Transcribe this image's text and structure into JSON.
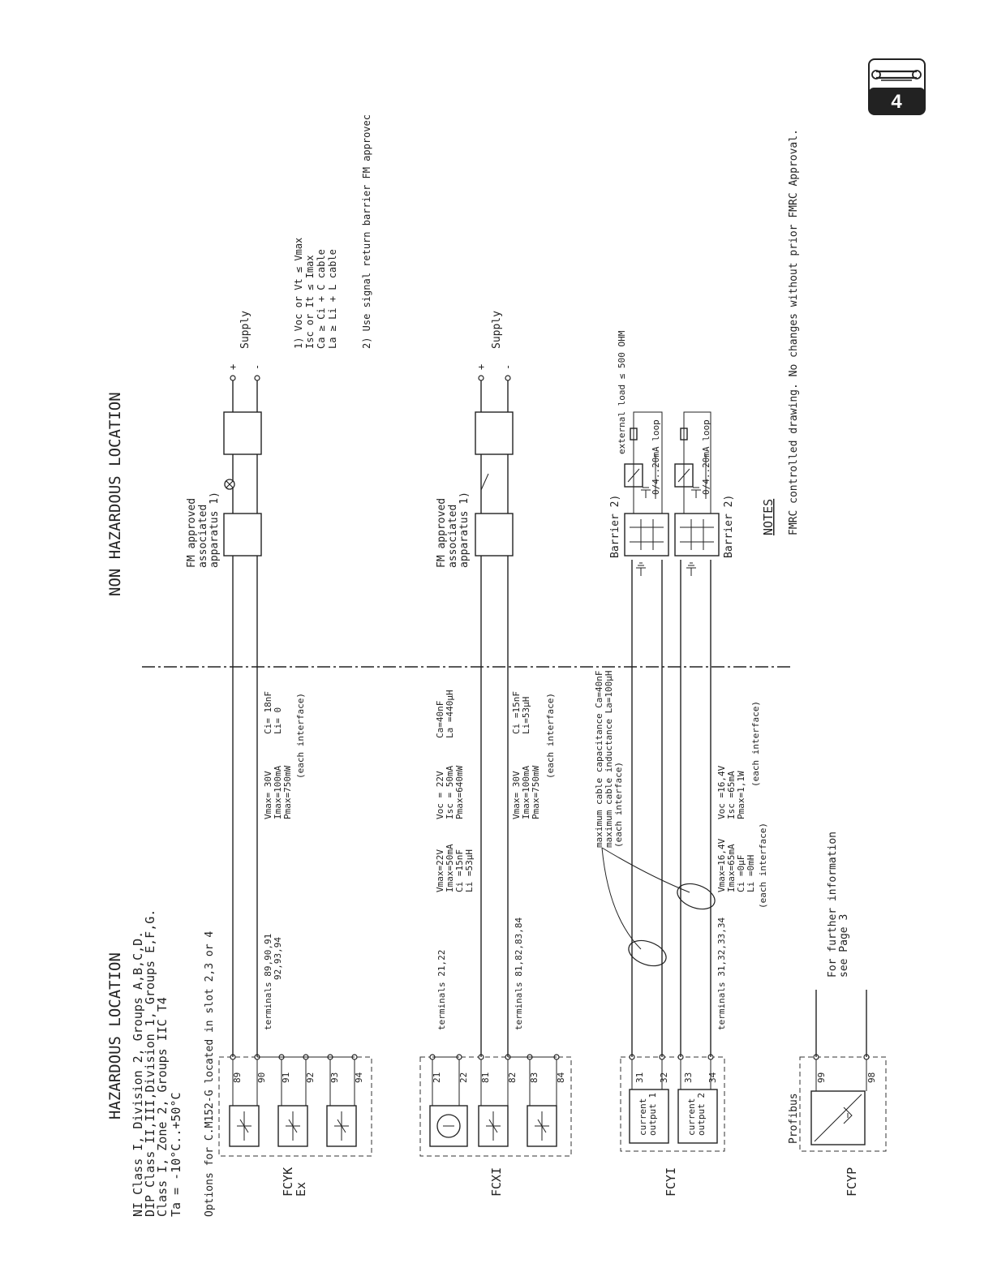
{
  "badge": {
    "page_number": "4"
  },
  "sections": {
    "hazardous_title": "HAZARDOUS LOCATION",
    "non_hazardous_title": "NON HAZARDOUS LOCATION"
  },
  "hazardous_spec": {
    "line1": "NI  Class I, Division 2, Groups A,B,C,D.",
    "line2": "DIP Class II,III,Division 1, Groups E,F,G.",
    "line3": "      Class I, Zone 2, Groups IIC T4",
    "line4": "   Ta = -10°C..+50°C",
    "options": "Options for C.M152-G located in slot 2,3 or 4"
  },
  "modules": {
    "fcyk": {
      "label1": "FCYK",
      "label2": "Ex",
      "terminals_a": "89",
      "terminals_b": "90",
      "t91": "91",
      "t92": "92",
      "t93": "93",
      "t94": "94",
      "terminals_text1": "terminals 89,90,91",
      "terminals_text2": "92,93,94",
      "params": [
        "Vmax= 30V",
        "Imax=100mA",
        "Pmax=750mW"
      ],
      "params_right": [
        "Ci= 18nF",
        "Li= 0"
      ],
      "note": "(each interface)",
      "apparatus": [
        "FM approved",
        "associated",
        "apparatus 1)"
      ],
      "supply": "Supply",
      "plus": "+",
      "minus": "-"
    },
    "fcxi": {
      "label": "FCXI",
      "t21": "21",
      "t22": "22",
      "t81": "81",
      "t82": "82",
      "t83": "83",
      "t84": "84",
      "terminals_2122": "terminals  21,22",
      "terminals_8184": "terminals  81,82,83,84",
      "params_a": [
        "Vmax=22V",
        "Imax=50mA",
        "Ci  =15nF",
        "Li  =53µH"
      ],
      "params_b": [
        "Voc  = 22V",
        "Isc  = 50mA",
        "Pmax=640mW"
      ],
      "params_c": [
        "Ca=40nF",
        "La =440µH"
      ],
      "params_d": [
        "Vmax= 30V",
        "Imax=100mA",
        "Pmax=750mW"
      ],
      "params_e": [
        "Ci =15nF",
        "Li=53µH"
      ],
      "note": "(each interface)",
      "apparatus": [
        "FM approved",
        "associated",
        "apparatus 1)"
      ],
      "supply": "Supply",
      "plus": "+",
      "minus": "-"
    },
    "fcyi": {
      "label": "FCYI",
      "t31": "31",
      "t32": "32",
      "t33": "33",
      "t34": "34",
      "out1": [
        "current",
        "output 1"
      ],
      "out2": [
        "current",
        "output 2"
      ],
      "terminals_text": "terminals 31,32,33,34",
      "params_a": [
        "Vmax=16,4V",
        "Imax=65mA",
        "Ci  =0µF",
        "Li   =0mH",
        "(each interface)"
      ],
      "params_b": [
        "Voc  =16,4V",
        "Isc  =65mA",
        "Pmax=1,1W"
      ],
      "note": "(each interface)",
      "cable": [
        "maximum cable capacitance Ca=40nF",
        "maximum cable inductance La=100µH",
        "(each interface)"
      ],
      "barrier1": "Barrier 2)",
      "barrier2": "Barrier 2)",
      "loop1": "0/4..20mA loop",
      "loop2": "0/4..20mA loop",
      "external_load": "external load ≤ 500 OHM"
    },
    "fcyp": {
      "label": "FCYP",
      "profibus": "Profibus",
      "t99": "99",
      "t98": "98",
      "info": [
        "For further information",
        "see Page 3"
      ]
    }
  },
  "footnotes": {
    "fn1": [
      "1) Voc or Vt ≤ Vmax",
      "    Isc or It ≤ Imax",
      "    Ca  ≥  Ci + C cable",
      "    La  ≥  Li + L cable"
    ],
    "fn2": "2) Use signal return barrier FM approvec",
    "notes_title": "NOTES",
    "notes_text": "FMRC controlled drawing. No changes without prior FMRC Approval."
  }
}
